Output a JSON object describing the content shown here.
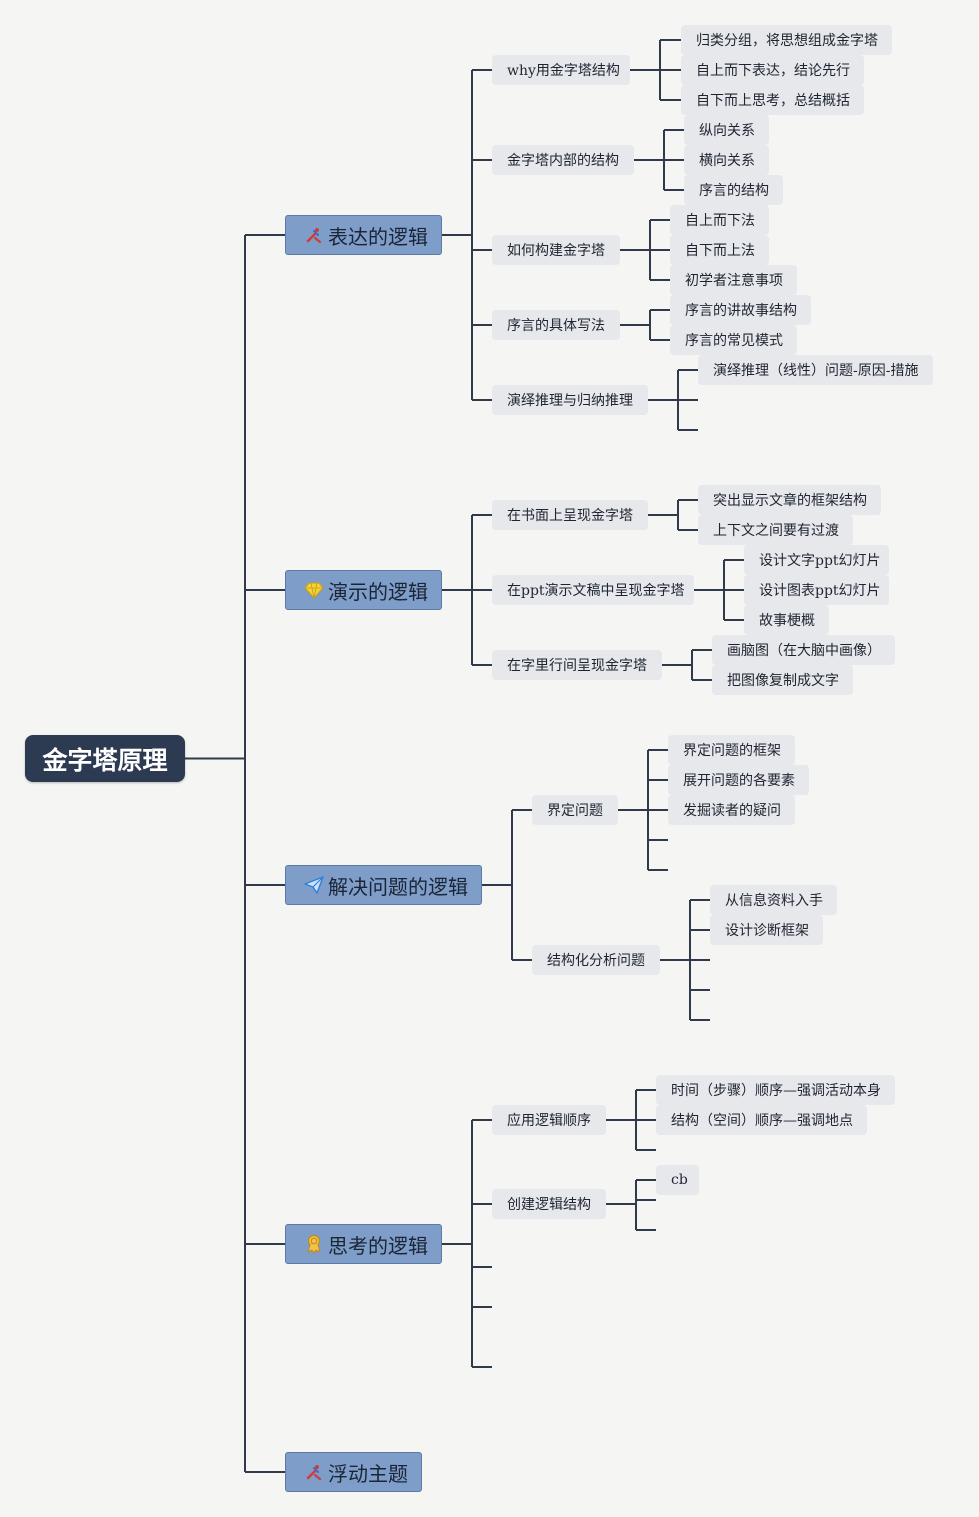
{
  "colors": {
    "background": "#f5f5f4",
    "root": "#2c3a52",
    "main": "#7e9dc9",
    "sub": "#e6e8ec",
    "line": "#2f3a4a"
  },
  "root": {
    "label": "金字塔原理"
  },
  "branches": [
    {
      "label": "表达的逻辑",
      "icon": "tools-icon",
      "children": [
        {
          "label": "why用金字塔结构",
          "children": [
            "归类分组，将思想组成金字塔",
            "自上而下表达，结论先行",
            "自下而上思考，总结概括"
          ]
        },
        {
          "label": "金字塔内部的结构",
          "children": [
            "纵向关系",
            "横向关系",
            "序言的结构"
          ]
        },
        {
          "label": "如何构建金字塔",
          "children": [
            "自上而下法",
            "自下而上法",
            "初学者注意事项"
          ]
        },
        {
          "label": "序言的具体写法",
          "children": [
            "序言的讲故事结构",
            "序言的常见模式"
          ]
        },
        {
          "label": "演绎推理与归纳推理",
          "children": [
            "演绎推理（线性）问题-原因-措施"
          ]
        }
      ]
    },
    {
      "label": "演示的逻辑",
      "icon": "diamond-icon",
      "children": [
        {
          "label": "在书面上呈现金字塔",
          "children": [
            "突出显示文章的框架结构",
            "上下文之间要有过渡"
          ]
        },
        {
          "label": "在ppt演示文稿中呈现金字塔",
          "children": [
            "设计文字ppt幻灯片",
            "设计图表ppt幻灯片",
            "故事梗概"
          ]
        },
        {
          "label": "在字里行间呈现金字塔",
          "children": [
            "画脑图（在大脑中画像）",
            "把图像复制成文字"
          ]
        }
      ]
    },
    {
      "label": "解决问题的逻辑",
      "icon": "paper-plane-icon",
      "children": [
        {
          "label": "界定问题",
          "children": [
            "界定问题的框架",
            "展开问题的各要素",
            "发掘读者的疑问"
          ]
        },
        {
          "label": "结构化分析问题",
          "children": [
            "从信息资料入手",
            "设计诊断框架"
          ]
        }
      ]
    },
    {
      "label": "思考的逻辑",
      "icon": "award-icon",
      "children": [
        {
          "label": "应用逻辑顺序",
          "children": [
            "时间（步骤）顺序—强调活动本身",
            "结构（空间）顺序—强调地点"
          ]
        },
        {
          "label": "创建逻辑结构",
          "children": [
            "cb"
          ]
        }
      ]
    },
    {
      "label": "浮动主题",
      "icon": "tools-icon",
      "children": []
    }
  ]
}
